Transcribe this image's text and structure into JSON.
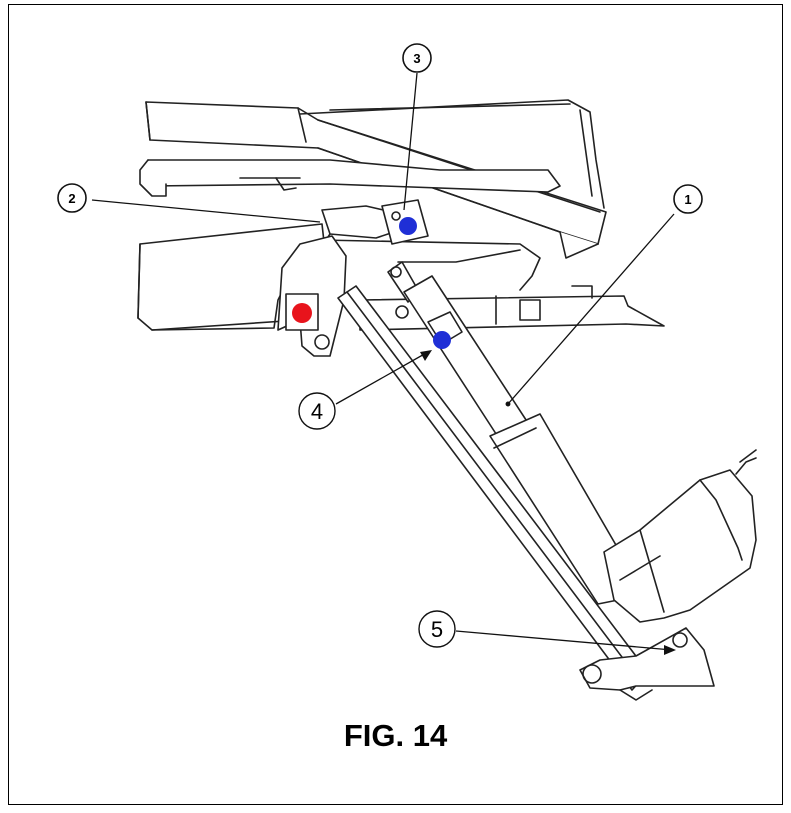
{
  "figure": {
    "caption": "FIG. 14"
  },
  "callouts": {
    "c1": "1",
    "c2": "2",
    "c3": "3",
    "c4": "4",
    "c5": "5"
  },
  "markers": {
    "red": "#e8141c",
    "blue": "#1f2fd6"
  }
}
